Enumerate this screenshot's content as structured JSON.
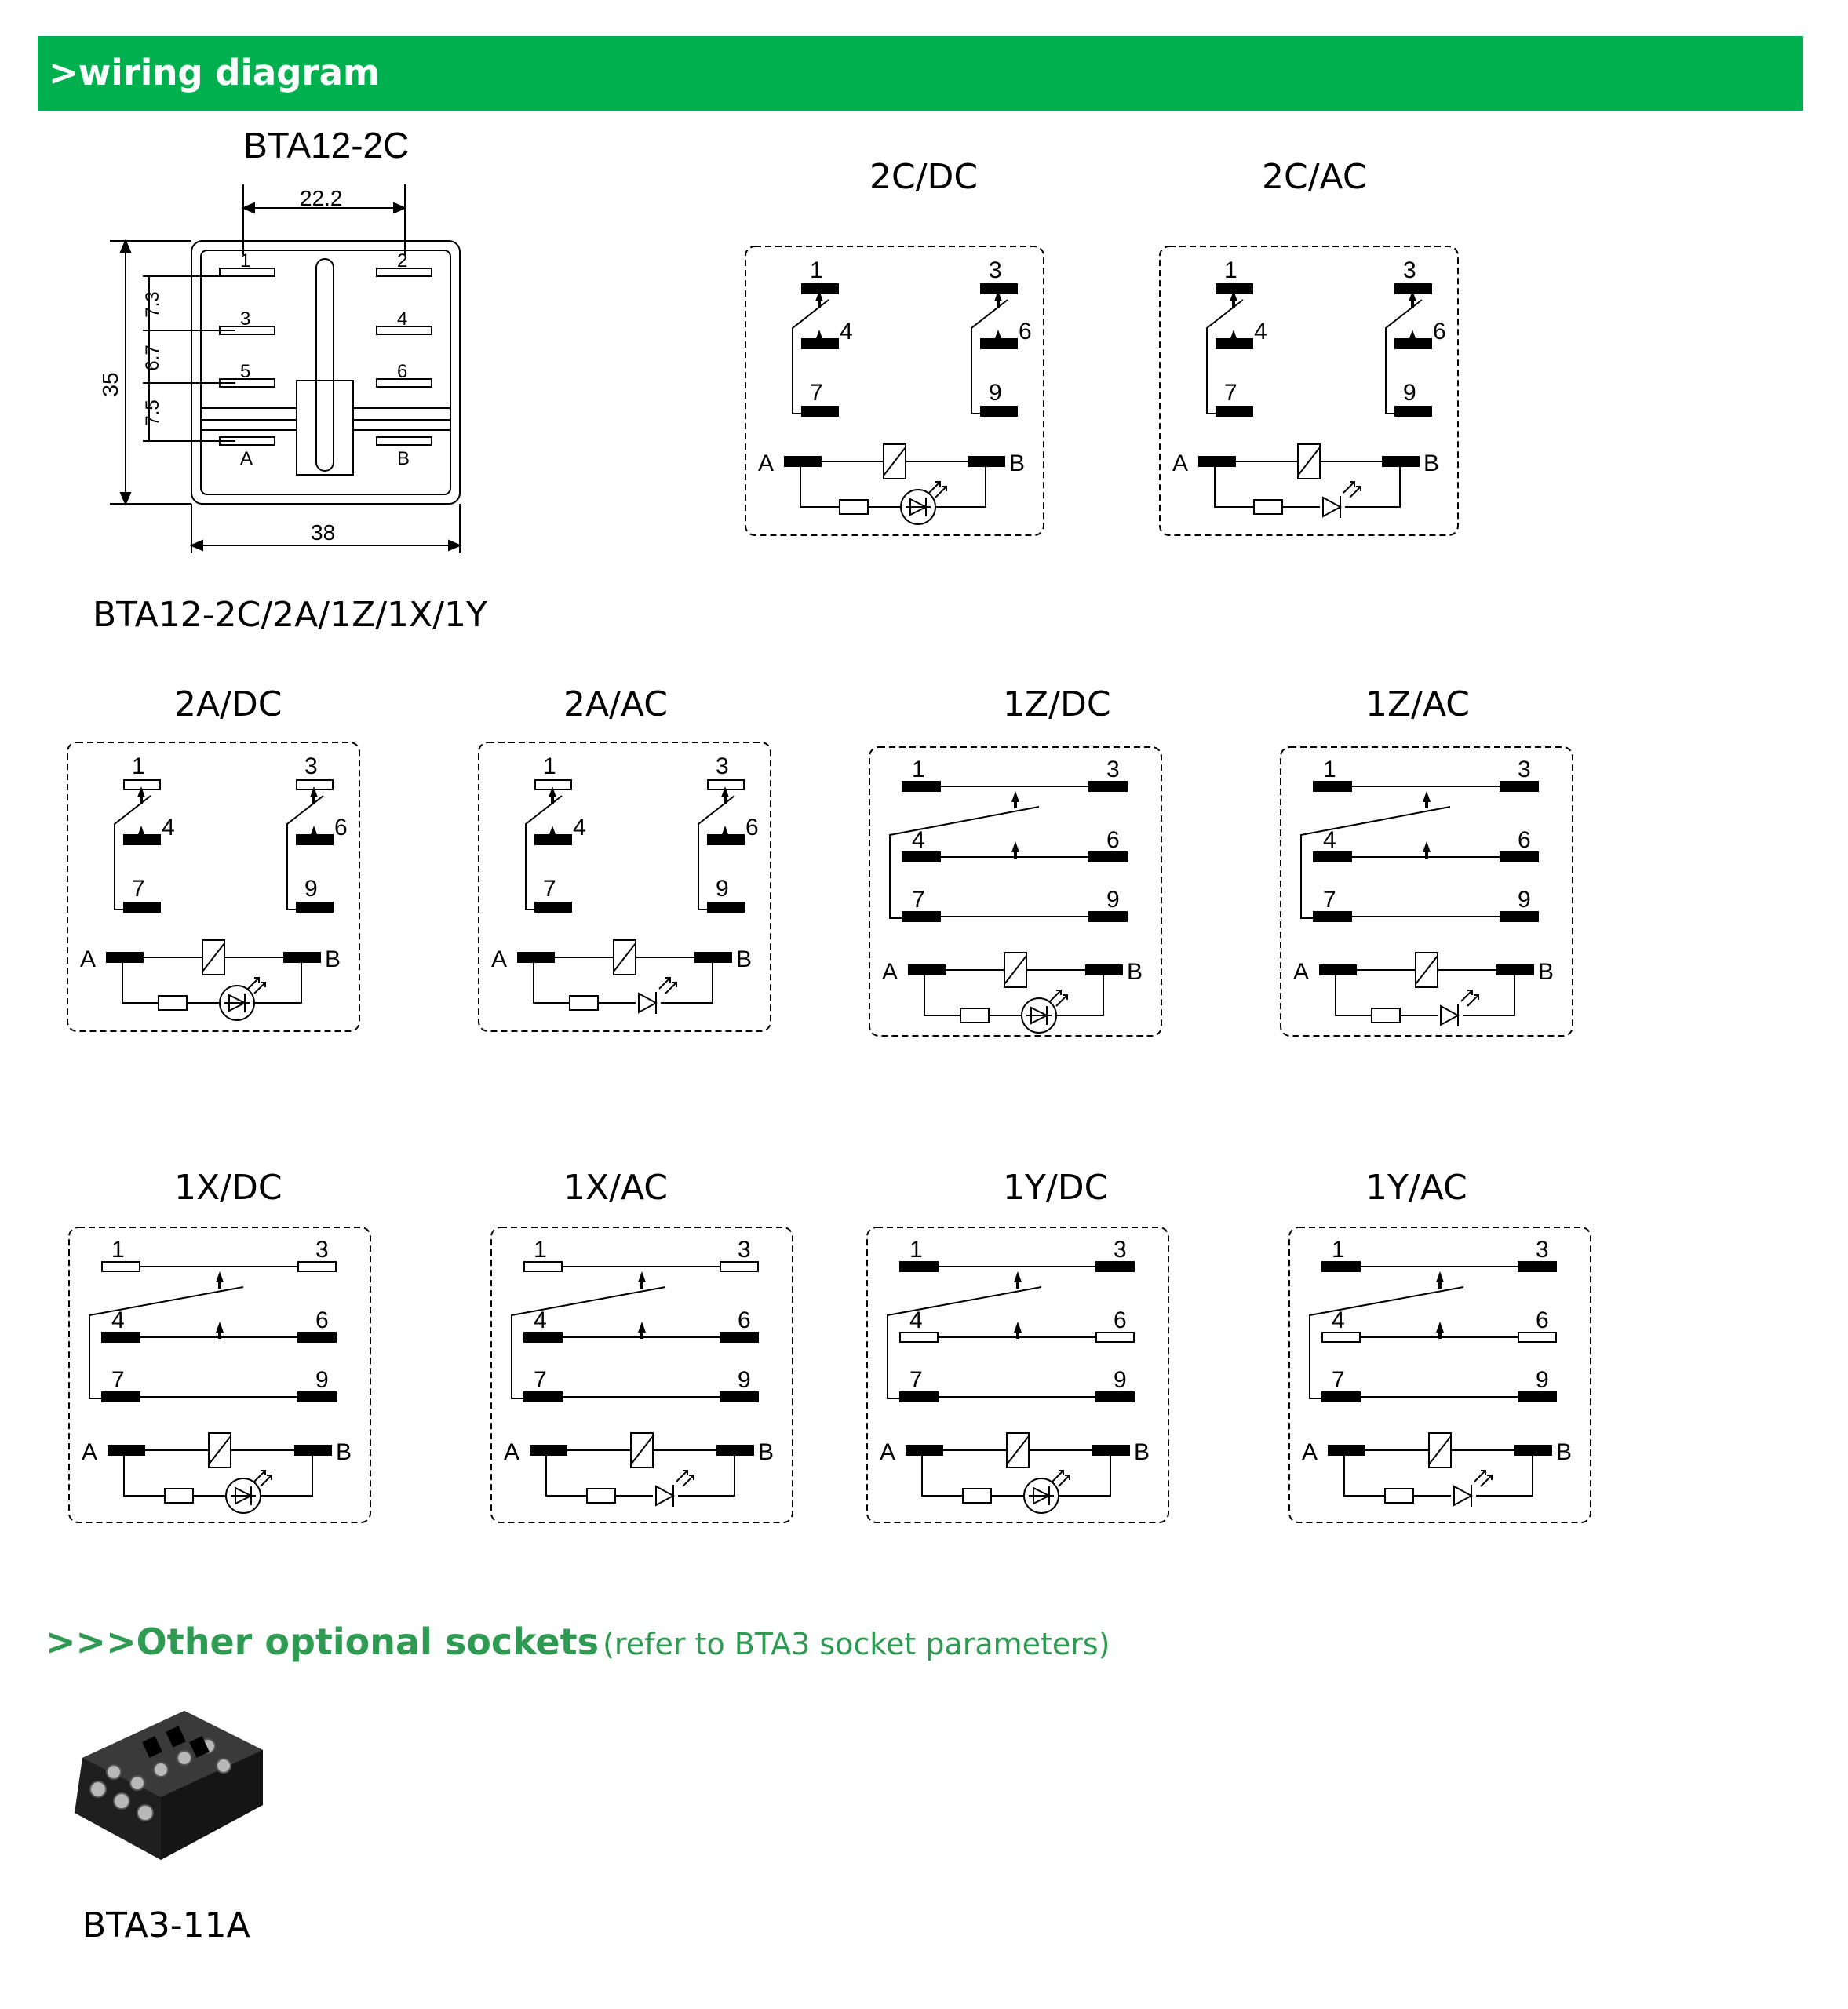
{
  "header": {
    "title": ">wiring diagram"
  },
  "dimension_drawing": {
    "title": "BTA12-2C",
    "dims": {
      "top": "22.2",
      "bottom": "38",
      "height": "35",
      "p1": "7.3",
      "p2": "6.7",
      "p3": "7.5"
    },
    "pins": [
      "1",
      "2",
      "3",
      "4",
      "5",
      "6",
      "A",
      "B"
    ]
  },
  "variants_caption": "BTA12-2C/2A/1Z/1X/1Y",
  "diagrams": [
    {
      "title": "2C/DC",
      "pins": [
        "1",
        "3",
        "4",
        "6",
        "7",
        "9"
      ],
      "coil": [
        "A",
        "B"
      ]
    },
    {
      "title": "2C/AC",
      "pins": [
        "1",
        "3",
        "4",
        "6",
        "7",
        "9"
      ],
      "coil": [
        "A",
        "B"
      ]
    },
    {
      "title": "2A/DC",
      "pins": [
        "1",
        "3",
        "4",
        "6",
        "7",
        "9"
      ],
      "coil": [
        "A",
        "B"
      ]
    },
    {
      "title": "2A/AC",
      "pins": [
        "1",
        "3",
        "4",
        "6",
        "7",
        "9"
      ],
      "coil": [
        "A",
        "B"
      ]
    },
    {
      "title": "1Z/DC",
      "pins": [
        "1",
        "3",
        "4",
        "6",
        "7",
        "9"
      ],
      "coil": [
        "A",
        "B"
      ]
    },
    {
      "title": "1Z/AC",
      "pins": [
        "1",
        "3",
        "4",
        "6",
        "7",
        "9"
      ],
      "coil": [
        "A",
        "B"
      ]
    },
    {
      "title": "1X/DC",
      "pins": [
        "1",
        "3",
        "4",
        "6",
        "7",
        "9"
      ],
      "coil": [
        "A",
        "B"
      ]
    },
    {
      "title": "1X/AC",
      "pins": [
        "1",
        "3",
        "4",
        "6",
        "7",
        "9"
      ],
      "coil": [
        "A",
        "B"
      ]
    },
    {
      "title": "1Y/DC",
      "pins": [
        "1",
        "3",
        "4",
        "6",
        "7",
        "9"
      ],
      "coil": [
        "A",
        "B"
      ]
    },
    {
      "title": "1Y/AC",
      "pins": [
        "1",
        "3",
        "4",
        "6",
        "7",
        "9"
      ],
      "coil": [
        "A",
        "B"
      ]
    }
  ],
  "sockets_section": {
    "heading": ">>>Other optional sockets",
    "note": "(refer to BTA3 socket parameters)"
  },
  "socket": {
    "label": "BTA3-11A"
  }
}
